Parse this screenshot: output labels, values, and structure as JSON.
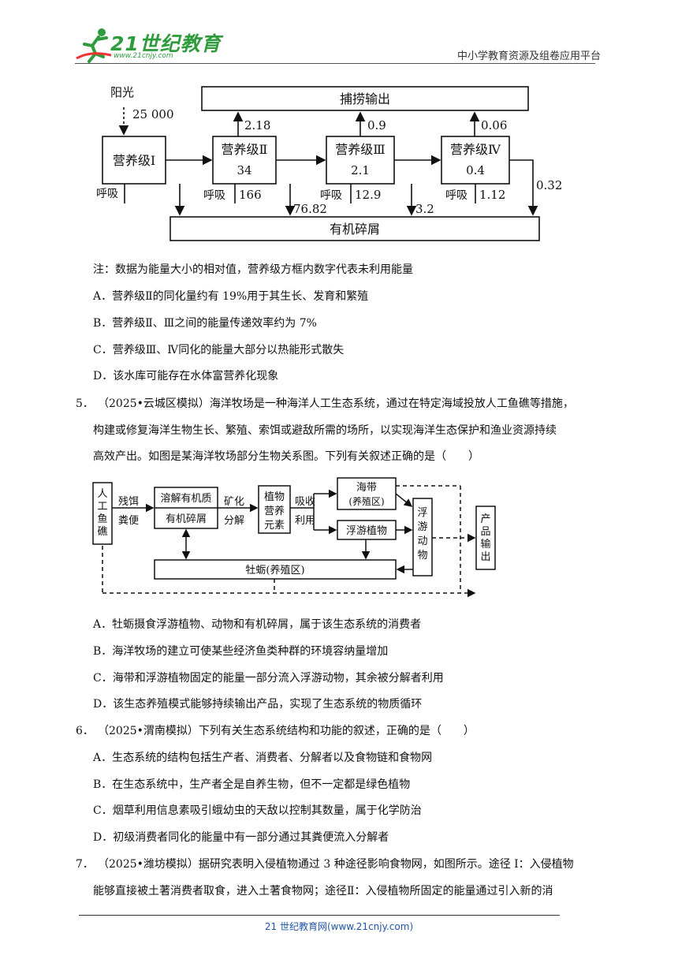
{
  "header": {
    "logo_text": "21世纪教育",
    "logo_url": "www.21cnjy.com",
    "right_text": "中小学教育资源及组卷应用平台"
  },
  "diagram1": {
    "sunlight_label": "阳光",
    "sunlight_value": "25 000",
    "harvest_label": "捕捞输出",
    "detritus_label": "有机碎屑",
    "levels": [
      {
        "name": "营养级Ⅰ",
        "value": ""
      },
      {
        "name": "营养级Ⅱ",
        "value": "34"
      },
      {
        "name": "营养级Ⅲ",
        "value": "2.1"
      },
      {
        "name": "营养级Ⅳ",
        "value": "0.4"
      }
    ],
    "respiration_label": "呼吸",
    "respiration_values": [
      "166",
      "12.9",
      "1.12"
    ],
    "harvest_values": [
      "2.18",
      "0.9",
      "0.06"
    ],
    "detritus_values": [
      "76.82",
      "3.2",
      "0.32"
    ]
  },
  "q4": {
    "note": "注：数据为能量大小的相对值，营养级方框内数字代表未利用能量",
    "options": [
      "A．营养级Ⅱ的同化量约有 19%用于其生长、发育和繁殖",
      "B．营养级Ⅱ、Ⅲ之间的能量传递效率约为 7%",
      "C．营养级Ⅲ、Ⅳ同化的能量大部分以热能形式散失",
      "D．该水库可能存在水体富营养化现象"
    ]
  },
  "q5": {
    "number": "5．",
    "line1": "（2025•云城区模拟）海洋牧场是一种海洋人工生态系统，通过在特定海域投放人工鱼礁等措施，",
    "line2": "构建或修复海洋生物生长、繁殖、索饵或避敌所需的场所，以实现海洋生态保护和渔业资源持续",
    "line3": "高效产出。如图是某海洋牧场部分生物关系图。下列有关叙述正确的是（　　）",
    "diagram": {
      "reef": "人工鱼礁",
      "bait": "残饵",
      "feces": "粪便",
      "dissolved": "溶解有机质",
      "detritus": "有机碎屑",
      "mineral": "矿化",
      "decompose": "分解",
      "nutrient": "植物营养元素",
      "absorb": "吸收",
      "use": "利用",
      "kelp": "海带",
      "kelp_sub": "(养殖区)",
      "phyto": "浮游植物",
      "zoo": "浮游动物",
      "output": "产品输出",
      "oyster": "牡蛎(养殖区)"
    },
    "options": [
      "A．牡蛎摄食浮游植物、动物和有机碎屑，属于该生态系统的消费者",
      "B．海洋牧场的建立可使某些经济鱼类种群的环境容纳量增加",
      "C．海带和浮游植物固定的能量一部分流入浮游动物，其余被分解者利用",
      "D．该生态养殖模式能够持续输出产品，实现了生态系统的物质循环"
    ]
  },
  "q6": {
    "number": "6．",
    "stem": "（2025•渭南模拟）下列有关生态系统结构和功能的叙述，正确的是（　　）",
    "options": [
      "A．生态系统的结构包括生产者、消费者、分解者以及食物链和食物网",
      "B．在生态系统中，生产者全是自养生物，但不一定都是绿色植物",
      "C．烟草利用信息素吸引蛾幼虫的天敌以控制其数量，属于化学防治",
      "D．初级消费者同化的能量中有一部分通过其粪便流入分解者"
    ]
  },
  "q7": {
    "number": "7．",
    "line1": "（2025•潍坊模拟）据研究表明入侵植物通过 3 种途径影响食物网，如图所示。途径 I：入侵植物",
    "line2": "能够直接被土著消费者取食，进入土著食物网；途径Ⅱ：入侵植物所固定的能量通过引入新的消"
  },
  "footer": {
    "text": "21 世纪教育网(www.21cnjy.com)"
  }
}
